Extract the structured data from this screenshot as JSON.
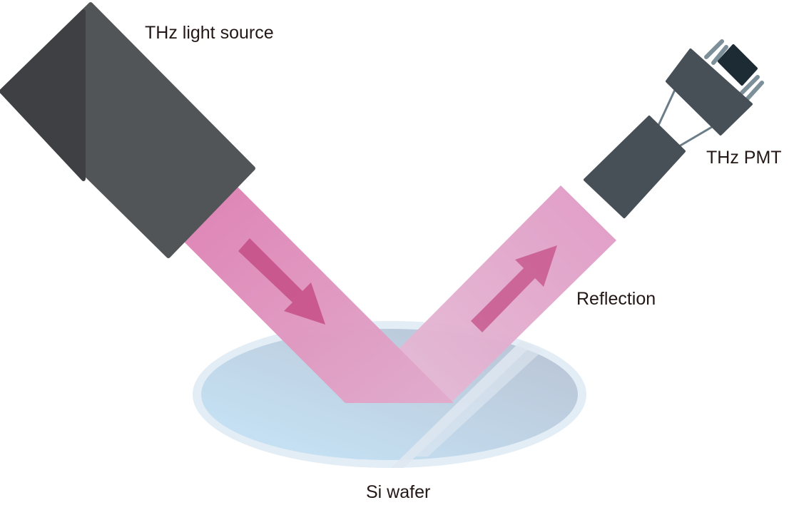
{
  "labels": {
    "source": "THz light source",
    "detector": "THz PMT",
    "reflection": "Reflection",
    "wafer": "Si wafer"
  },
  "colors": {
    "device_dark": "#3e4043",
    "device_light": "#525557",
    "pmt_body": "#474f57",
    "pmt_cap": "#1d2b35",
    "pin": "#7d8f99",
    "beam_in": "#de84b5",
    "beam_out": "#e1a3c8",
    "arrow": "#c44d86",
    "wafer_rim": "#e3edf5",
    "text": "#231815"
  }
}
